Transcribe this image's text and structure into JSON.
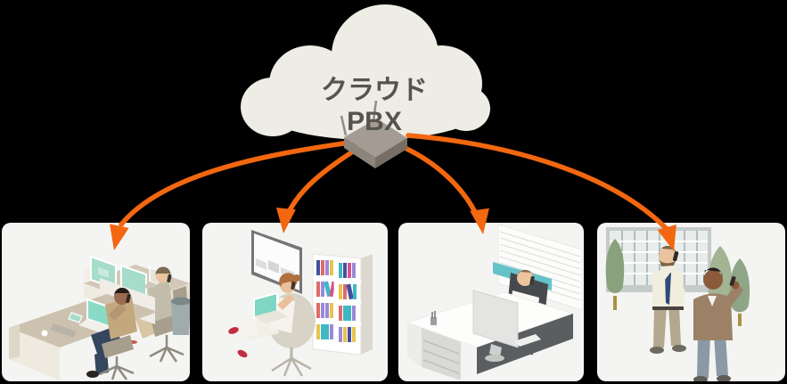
{
  "diagram": {
    "title": "クラウドPBX",
    "cloud": {
      "label": "クラウドPBX",
      "fill": "#edece5",
      "text_color": "#56544e"
    },
    "router": {
      "icon": "pbx-router-icon",
      "top_color": "#a49c92",
      "left_color": "#8d857b",
      "right_color": "#776e66"
    },
    "arrows": {
      "color": "#f2670f",
      "count": 4
    },
    "panels": [
      {
        "icon": "office-workers-on-phones-scene"
      },
      {
        "icon": "lounge-laptop-phone-scene"
      },
      {
        "icon": "private-office-desk-scene"
      },
      {
        "icon": "outdoor-mobile-call-scene"
      }
    ],
    "colors": {
      "background": "#000000",
      "panel_bg": "#f4f4f2"
    }
  }
}
